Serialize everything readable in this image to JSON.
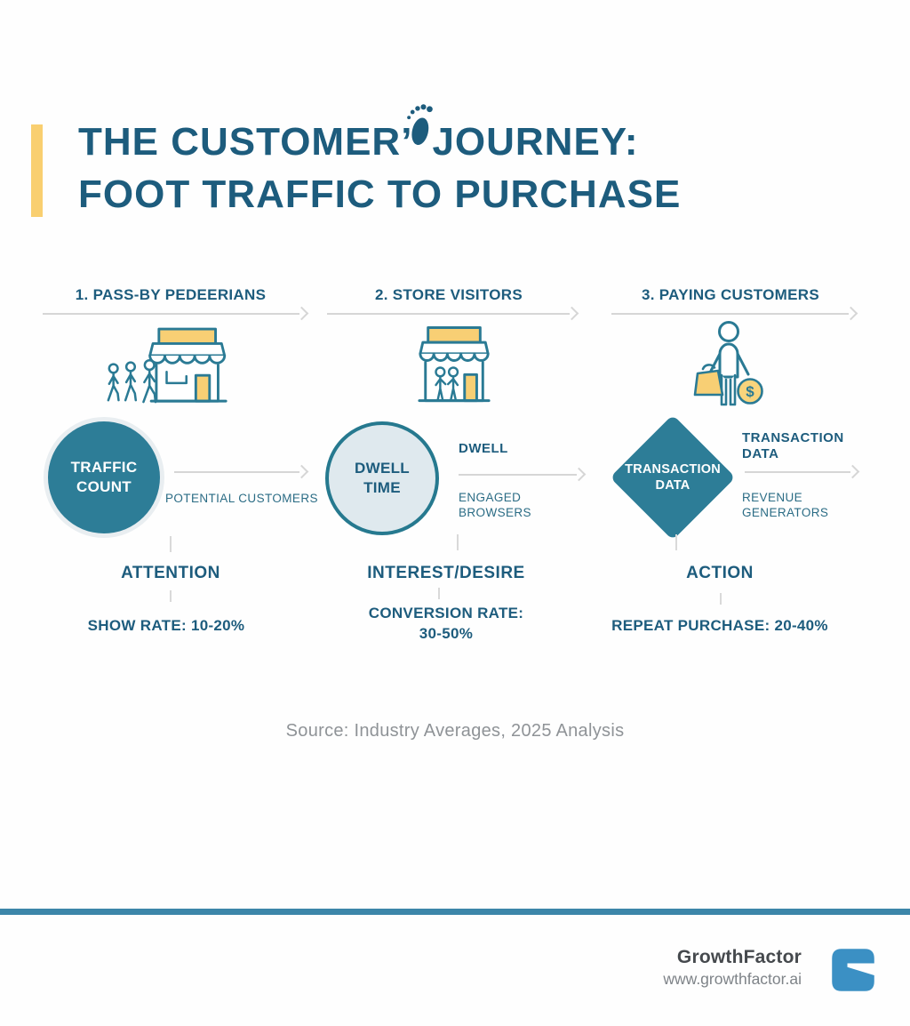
{
  "title": {
    "line1_before": "THE CUSTOMER’",
    "line1_after": "JOURNEY:",
    "line2": "FOOT TRAFFIC TO PURCHASE"
  },
  "stages": [
    {
      "header": "1. PASS-BY PEDEERIANS"
    },
    {
      "header": "2. STORE VISITORS"
    },
    {
      "header": "3. PAYING CUSTOMERS"
    }
  ],
  "funnel": {
    "s1": {
      "big1": "TRAFFIC",
      "big2": "COUNT",
      "arrow_label": "POTENTIAL CUSTOMERS",
      "aida": "ATTENTION",
      "metric": "SHOW RATE: 10-20%"
    },
    "s2": {
      "big1": "DWELL",
      "big2": "TIME",
      "top": "DWELL",
      "bottom1": "ENGAGED",
      "bottom2": "BROWSERS",
      "aida": "INTEREST/DESIRE",
      "metric1": "CONVERSION RATE:",
      "metric2": "30-50%"
    },
    "s3": {
      "big1": "TRANSACTION",
      "big2": "DATA",
      "top1": "TRANSACTION",
      "top2": "DATA",
      "bottom1": "REVENUE",
      "bottom2": "GENERATORS",
      "aida": "ACTION",
      "metric": "REPEAT PURCHASE: 20-40%"
    }
  },
  "source": {
    "text": "Source: Industry Averages, 2025 Analysis"
  },
  "footer": {
    "brand": "GrowthFactor",
    "url": "www.growthfactor.ai"
  },
  "icons": {
    "footprint": "footprint-icon",
    "stage1": "storefront-pedestrians-icon",
    "stage2": "storefront-visitors-icon",
    "stage3": "shopper-with-bag-and-coin-icon",
    "logo": "growthfactor-g-logo"
  },
  "colors": {
    "title_teal": "#1d5c7d",
    "shape_teal": "#2d7d97",
    "light_circle_fill": "#dfe9ee",
    "accent_yellow": "#f9cf70",
    "arrow_gray": "#d6d6d6",
    "divider_teal": "#3c86a9",
    "logo_blue": "#3b90c4"
  }
}
